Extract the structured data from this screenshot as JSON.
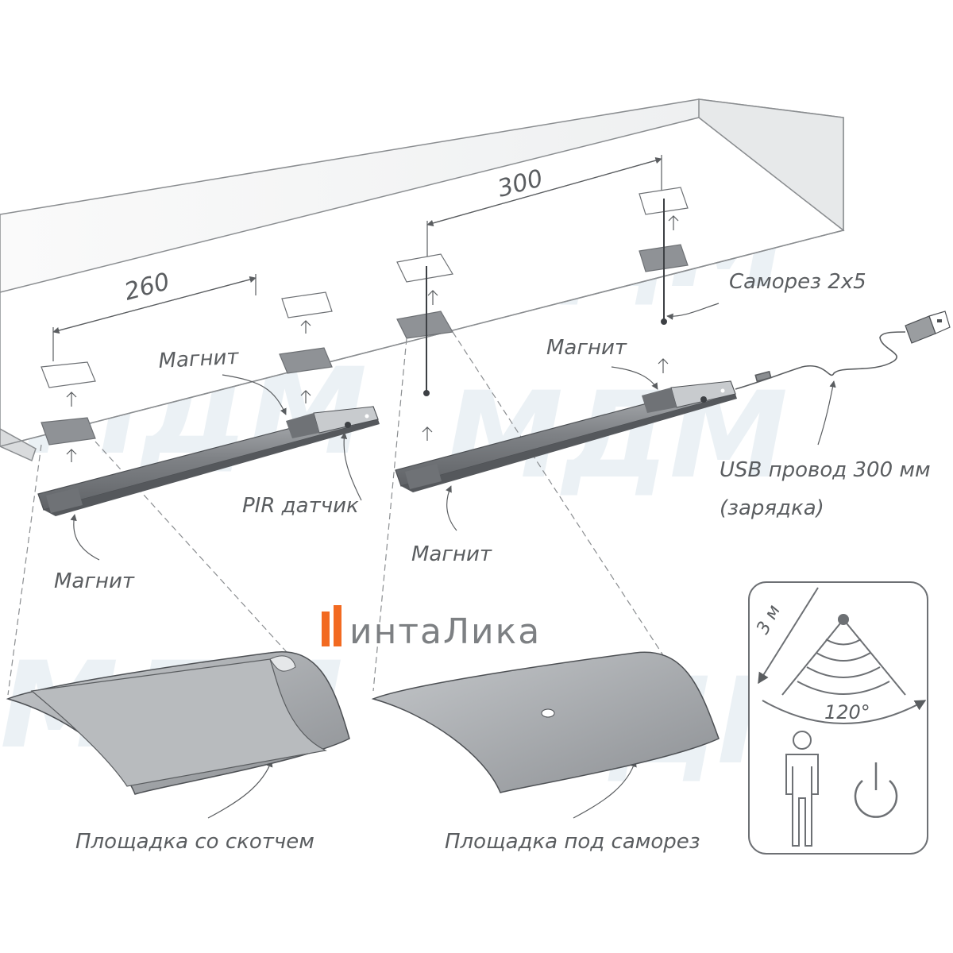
{
  "watermark": "МДМ",
  "brand": {
    "name": "интаЛика",
    "logo_color": "#f26a21"
  },
  "dimensions": {
    "left_spacing": "260",
    "right_spacing": "300"
  },
  "labels": {
    "magnet_top_left": "Магнит",
    "magnet_bottom_left": "Магнит",
    "magnet_center": "Магнит",
    "magnet_top_right": "Магнит",
    "pir_sensor": "PIR датчик",
    "screw": "Саморез 2х5",
    "usb_line1": "USB провод 300 мм",
    "usb_line2": "(зарядка)",
    "pad_tape": "Площадка со скотчем",
    "pad_screw": "Площадка под саморез"
  },
  "sensor_panel": {
    "range": "3 м",
    "angle": "120°"
  },
  "icons": [
    "person-icon",
    "power-icon",
    "usb-plug-icon",
    "motion-sensor-icon"
  ],
  "colors": {
    "line": "#5a5d60",
    "bar": "#8a8d90",
    "pad": "#9a9da0",
    "cabinet": "#f4f5f6"
  }
}
